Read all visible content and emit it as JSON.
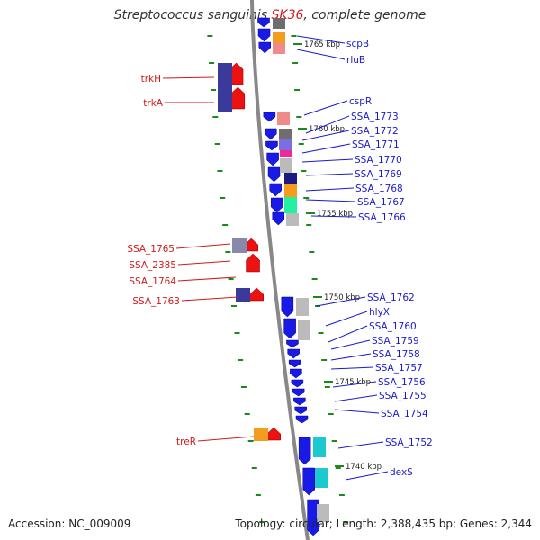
{
  "title": {
    "prefix": "Streptococcus sanguinis ",
    "strain": "SK36",
    "suffix": ", complete genome"
  },
  "footer": {
    "accession": "Accession: NC_009009",
    "summary": "Topology: circular; Length: 2,388,435 bp; Genes: 2,344"
  },
  "colors": {
    "forward_label": "#1a1acc",
    "reverse_label": "#d01a1a",
    "forward_gene": "#1a1ae6",
    "reverse_gene": "#ee1111",
    "tick": "#1a8a1a",
    "backbone": "#888888"
  },
  "ruler": [
    {
      "label": "1765 kbp"
    },
    {
      "label": "1760 kbp"
    },
    {
      "label": "1755 kbp"
    },
    {
      "label": "1750 kbp"
    },
    {
      "label": "1745 kbp"
    },
    {
      "label": "1740 kbp"
    }
  ],
  "forward_genes": [
    "scpB",
    "rluB",
    "cspR",
    "SSA_1773",
    "SSA_1772",
    "SSA_1771",
    "SSA_1770",
    "SSA_1769",
    "SSA_1768",
    "SSA_1767",
    "SSA_1766",
    "SSA_1762",
    "hlyX",
    "SSA_1760",
    "SSA_1759",
    "SSA_1758",
    "SSA_1757",
    "SSA_1756",
    "SSA_1755",
    "SSA_1754",
    "SSA_1752",
    "dexS"
  ],
  "reverse_genes": [
    "trkH",
    "trkA",
    "SSA_1765",
    "SSA_2385",
    "SSA_1764",
    "SSA_1763",
    "treR"
  ]
}
